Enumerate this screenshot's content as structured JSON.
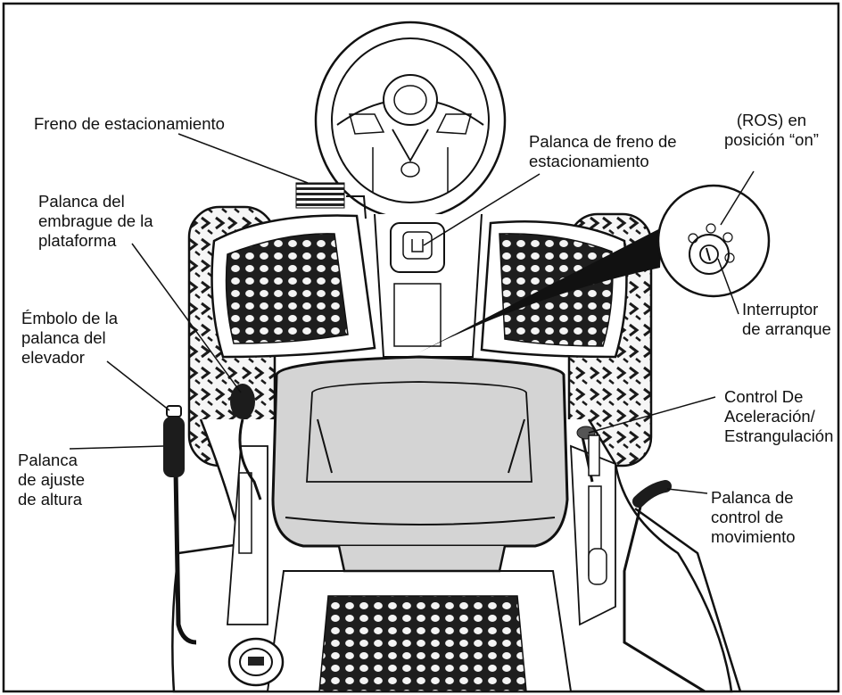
{
  "callouts": {
    "parking_brake": "Freno de estacionamiento",
    "parking_brake_lever": "Palanca de freno de\nestacionamiento",
    "ros_on": "(ROS) en\nposición “on”",
    "deck_clutch_lever": "Palanca del\nembrague de la\nplataforma",
    "lift_plunger": "Émbolo de la\npalanca del\nelevador",
    "ignition_switch": "Interruptor\nde arranque",
    "throttle_choke": "Control De\nAceleración/\nEstrangulación",
    "height_lever": "Palanca\nde ajuste\nde altura",
    "motion_lever": "Palanca de\ncontrol de\nmovimiento"
  },
  "colors": {
    "line": "#111111",
    "seat_fill": "#d4d4d4",
    "grip_fill": "#1c1c1c",
    "background": "#ffffff"
  }
}
